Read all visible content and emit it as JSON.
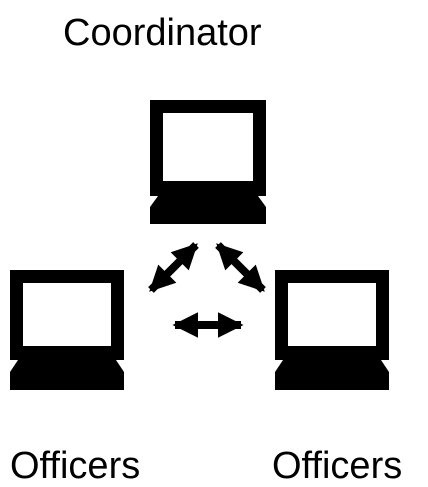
{
  "diagram": {
    "coordinator": {
      "label": "Coordinator",
      "icon": "computer-icon"
    },
    "officers_left": {
      "label": "Officers",
      "icon": "computer-icon"
    },
    "officers_right": {
      "label": "Officers",
      "icon": "computer-icon"
    },
    "connections": [
      {
        "from": "coordinator",
        "to": "officers_left",
        "icon": "bidirectional-arrow-icon"
      },
      {
        "from": "coordinator",
        "to": "officers_right",
        "icon": "bidirectional-arrow-icon"
      },
      {
        "from": "officers_left",
        "to": "officers_right",
        "icon": "bidirectional-arrow-icon"
      }
    ],
    "colors": {
      "foreground": "#000000",
      "background": "#ffffff"
    }
  }
}
